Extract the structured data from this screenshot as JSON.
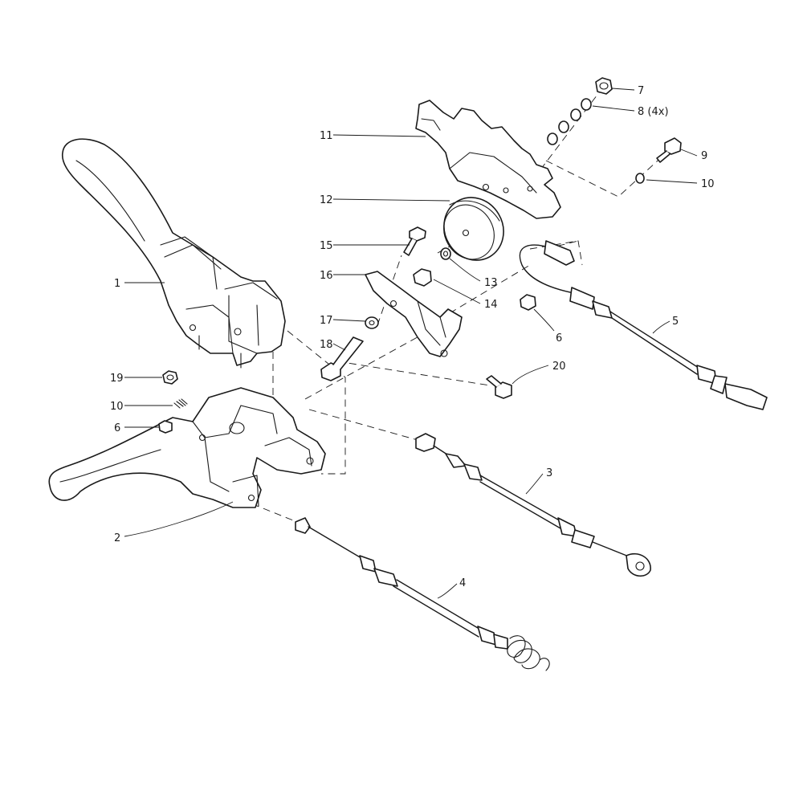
{
  "callouts": [
    {
      "id": "c1",
      "text": "1"
    },
    {
      "id": "c2",
      "text": "2"
    },
    {
      "id": "c3",
      "text": "3"
    },
    {
      "id": "c4",
      "text": "4"
    },
    {
      "id": "c5",
      "text": "5"
    },
    {
      "id": "c6a",
      "text": "6"
    },
    {
      "id": "c6b",
      "text": "6"
    },
    {
      "id": "c7",
      "text": "7"
    },
    {
      "id": "c8",
      "text": "8 (4x)"
    },
    {
      "id": "c9",
      "text": "9"
    },
    {
      "id": "c10a",
      "text": "10"
    },
    {
      "id": "c10b",
      "text": "10"
    },
    {
      "id": "c11",
      "text": "11"
    },
    {
      "id": "c12",
      "text": "12"
    },
    {
      "id": "c13",
      "text": "13"
    },
    {
      "id": "c14",
      "text": "14"
    },
    {
      "id": "c15",
      "text": "15"
    },
    {
      "id": "c16",
      "text": "16"
    },
    {
      "id": "c17",
      "text": "17"
    },
    {
      "id": "c18",
      "text": "18"
    },
    {
      "id": "c19",
      "text": "19"
    },
    {
      "id": "c20",
      "text": "20"
    }
  ]
}
